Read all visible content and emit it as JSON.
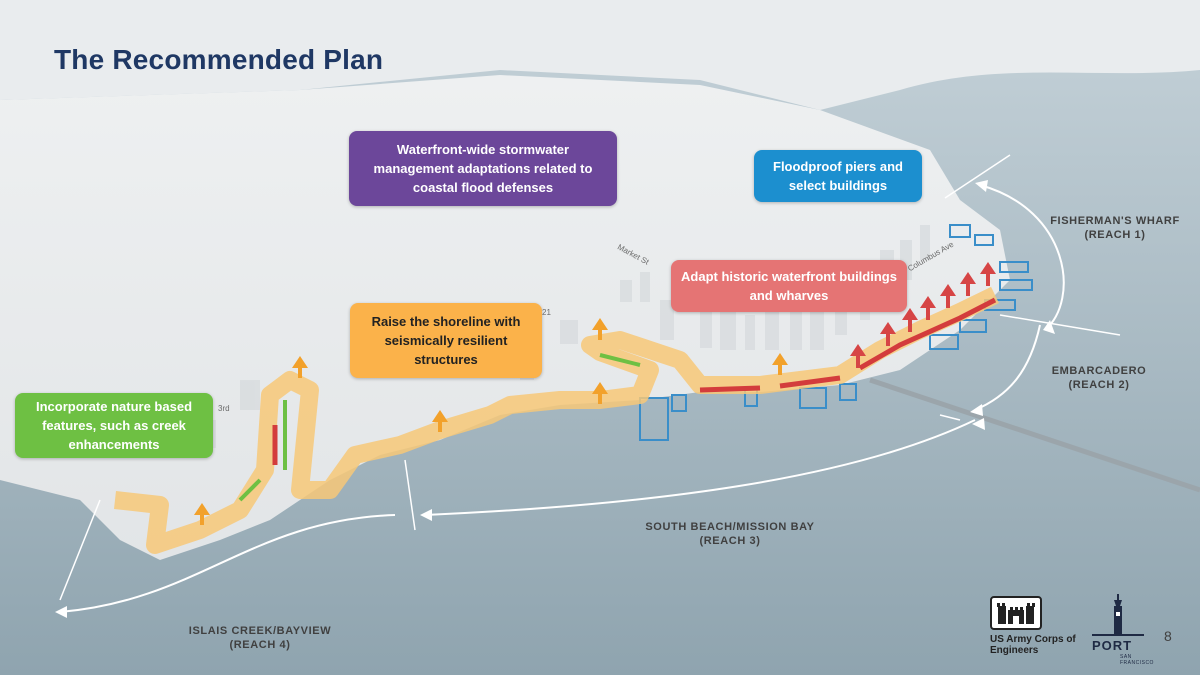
{
  "slide": {
    "title": "The Recommended Plan",
    "page_number": "8"
  },
  "callouts": {
    "stormwater": "Waterfront-wide stormwater management adaptations related to coastal flood defenses",
    "floodproof": "Floodproof piers and select buildings",
    "historic": "Adapt historic waterfront buildings and wharves",
    "shoreline": "Raise the shoreline with seismically resilient structures",
    "nature": "Incorporate nature based features, such as creek enhancements"
  },
  "reaches": {
    "r1": {
      "name": "FISHERMAN'S WHARF",
      "sub": "(REACH 1)"
    },
    "r2": {
      "name": "EMBARCADERO",
      "sub": "(REACH 2)"
    },
    "r3": {
      "name": "SOUTH BEACH/MISSION BAY",
      "sub": "(REACH 3)"
    },
    "r4": {
      "name": "ISLAIS CREEK/BAYVIEW",
      "sub": "(REACH 4)"
    }
  },
  "streets": {
    "market": "Market St",
    "third": "3rd",
    "twentyfirst": "21",
    "columbus": "Columbus Ave"
  },
  "logos": {
    "usace": "US Army Corps of Engineers",
    "port": "PORT",
    "port_sub": "SAN FRANCISCO"
  },
  "colors": {
    "title": "#1f3864",
    "stormwater": "#6c479a",
    "floodproof": "#1c8fcf",
    "historic": "#e57474",
    "shoreline": "#fbb24a",
    "nature": "#6ec043",
    "water": "#9fb2bd"
  },
  "icons": [
    "raise-arrow-icon",
    "adapt-arrow-icon",
    "usace-castle-icon",
    "port-tower-icon"
  ]
}
